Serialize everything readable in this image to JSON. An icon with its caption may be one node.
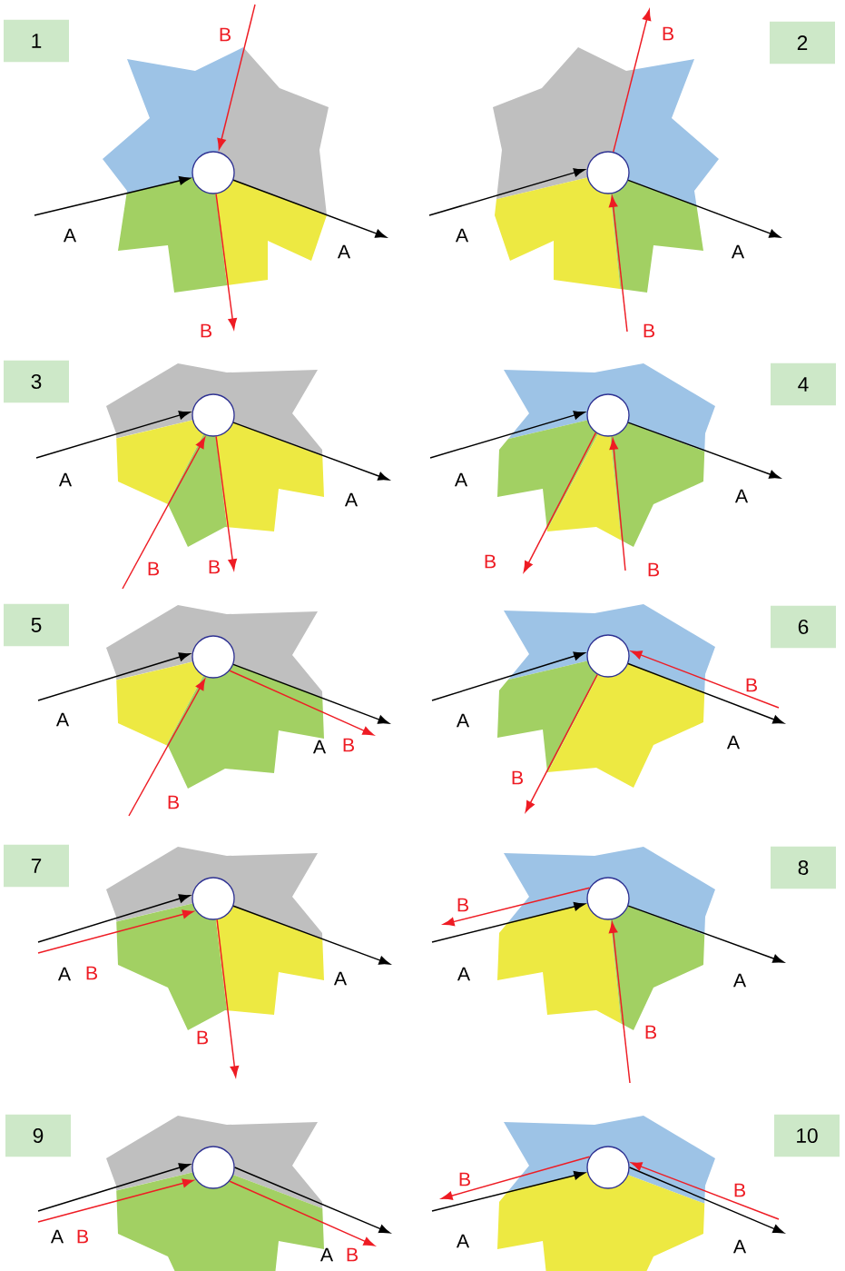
{
  "diagram": {
    "nodes": [
      {
        "text": [
          "1"
        ]
      },
      {
        "text": [],
        "shape": "circle"
      },
      {
        "text": [
          "2"
        ]
      },
      {
        "text": [],
        "shape": "circle"
      },
      {
        "text": [
          "3"
        ]
      },
      {
        "text": [],
        "shape": "circle"
      },
      {
        "text": [
          "4"
        ]
      },
      {
        "text": [],
        "shape": "circle"
      },
      {
        "text": [
          "5"
        ]
      },
      {
        "text": [],
        "shape": "circle"
      },
      {
        "text": [
          "6"
        ]
      },
      {
        "text": [],
        "shape": "circle"
      },
      {
        "text": [
          "7"
        ]
      },
      {
        "text": [],
        "shape": "circle"
      },
      {
        "text": [
          "8"
        ]
      },
      {
        "text": [],
        "shape": "circle"
      },
      {
        "text": [
          "9"
        ]
      },
      {
        "text": [],
        "shape": "circle"
      },
      {
        "text": [
          "10"
        ]
      },
      {
        "text": [],
        "shape": "circle"
      }
    ],
    "edges": [
      {
        "from": null,
        "to": 1,
        "arrow": "to",
        "label": "A",
        "color": "#000000"
      },
      {
        "from": 1,
        "to": null,
        "arrow": "to",
        "label": "A",
        "color": "#000000"
      },
      {
        "from": null,
        "to": 1,
        "arrow": "to",
        "label": "B",
        "color": "#ee1c24"
      },
      {
        "from": 1,
        "to": null,
        "arrow": "to",
        "label": "B",
        "color": "#ee1c24"
      },
      {
        "from": null,
        "to": 3,
        "arrow": "to",
        "label": "A",
        "color": "#000000"
      },
      {
        "from": 3,
        "to": null,
        "arrow": "to",
        "label": "A",
        "color": "#000000"
      },
      {
        "from": null,
        "to": 3,
        "arrow": "to",
        "label": "B",
        "color": "#ee1c24"
      },
      {
        "from": 3,
        "to": null,
        "arrow": "to",
        "label": "B",
        "color": "#ee1c24"
      },
      {
        "from": null,
        "to": 5,
        "arrow": "to",
        "label": "A",
        "color": "#000000"
      },
      {
        "from": 5,
        "to": null,
        "arrow": "to",
        "label": "A",
        "color": "#000000"
      },
      {
        "from": null,
        "to": 5,
        "arrow": "to",
        "label": "B",
        "color": "#ee1c24"
      },
      {
        "from": 5,
        "to": null,
        "arrow": "to",
        "label": "B",
        "color": "#ee1c24"
      },
      {
        "from": null,
        "to": 7,
        "arrow": "to",
        "label": "A",
        "color": "#000000"
      },
      {
        "from": 7,
        "to": null,
        "arrow": "to",
        "label": "A",
        "color": "#000000"
      },
      {
        "from": null,
        "to": 7,
        "arrow": "to",
        "label": "B",
        "color": "#ee1c24"
      },
      {
        "from": 7,
        "to": null,
        "arrow": "to",
        "label": "B",
        "color": "#ee1c24"
      },
      {
        "from": null,
        "to": 9,
        "arrow": "to",
        "label": "A",
        "color": "#000000"
      },
      {
        "from": 9,
        "to": null,
        "arrow": "to",
        "label": "A",
        "color": "#000000"
      },
      {
        "from": null,
        "to": 9,
        "arrow": "to",
        "label": "B",
        "color": "#ee1c24"
      },
      {
        "from": 9,
        "to": null,
        "arrow": "to",
        "label": "B",
        "color": "#ee1c24"
      },
      {
        "from": null,
        "to": 11,
        "arrow": "to",
        "label": "A",
        "color": "#000000"
      },
      {
        "from": 11,
        "to": null,
        "arrow": "to",
        "label": "A",
        "color": "#000000"
      },
      {
        "from": null,
        "to": 11,
        "arrow": "to",
        "label": "B",
        "color": "#ee1c24"
      },
      {
        "from": 11,
        "to": null,
        "arrow": "to",
        "label": "B",
        "color": "#ee1c24"
      },
      {
        "from": null,
        "to": 13,
        "arrow": "to",
        "label": "A",
        "color": "#000000"
      },
      {
        "from": 13,
        "to": null,
        "arrow": "to",
        "label": "A",
        "color": "#000000"
      },
      {
        "from": null,
        "to": 13,
        "arrow": "to",
        "label": "B",
        "color": "#ee1c24"
      },
      {
        "from": 13,
        "to": null,
        "arrow": "to",
        "label": "B",
        "color": "#ee1c24"
      },
      {
        "from": null,
        "to": 15,
        "arrow": "to",
        "label": "A",
        "color": "#000000"
      },
      {
        "from": 15,
        "to": null,
        "arrow": "to",
        "label": "A",
        "color": "#000000"
      },
      {
        "from": null,
        "to": 15,
        "arrow": "to",
        "label": "B",
        "color": "#ee1c24"
      },
      {
        "from": 15,
        "to": null,
        "arrow": "to",
        "label": "B",
        "color": "#ee1c24"
      },
      {
        "from": null,
        "to": 17,
        "arrow": "to",
        "label": "A",
        "color": "#000000"
      },
      {
        "from": 17,
        "to": null,
        "arrow": "to",
        "label": "A",
        "color": "#000000"
      },
      {
        "from": null,
        "to": 17,
        "arrow": "to",
        "label": "B",
        "color": "#ee1c24"
      },
      {
        "from": 17,
        "to": null,
        "arrow": "to",
        "label": "B",
        "color": "#ee1c24"
      },
      {
        "from": null,
        "to": 19,
        "arrow": "to",
        "label": "A",
        "color": "#000000"
      },
      {
        "from": 19,
        "to": null,
        "arrow": "to",
        "label": "A",
        "color": "#000000"
      },
      {
        "from": null,
        "to": 19,
        "arrow": "to",
        "label": "B",
        "color": "#ee1c24"
      },
      {
        "from": 19,
        "to": null,
        "arrow": "to",
        "label": "B",
        "color": "#ee1c24"
      }
    ]
  }
}
